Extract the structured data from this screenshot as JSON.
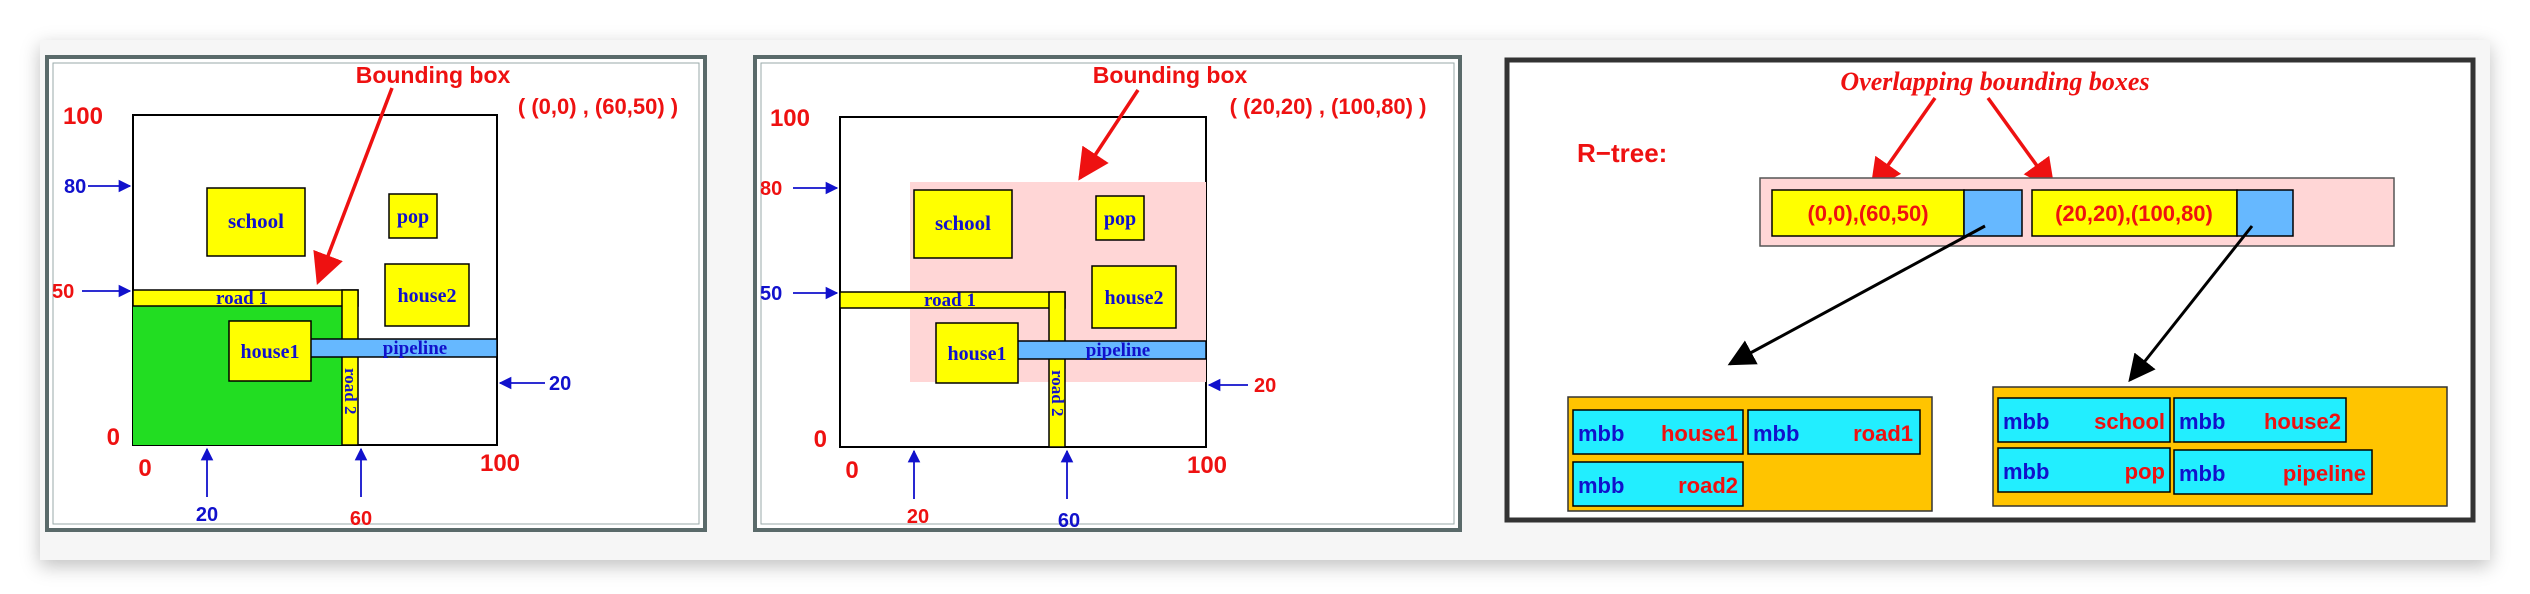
{
  "panel1": {
    "callout": "Bounding box",
    "coords": "( (0,0) , (60,50) )",
    "axis": {
      "y_top": "100",
      "y_bottom": "0",
      "x_left": "0",
      "x_right": "100"
    },
    "markers": {
      "y80": "80",
      "y50": "50",
      "y20": "20",
      "x20": "20",
      "x60": "60"
    },
    "objects": {
      "school": "school",
      "pop": "pop",
      "house2": "house2",
      "house1": "house1",
      "road1": "road 1",
      "road2": "road 2",
      "pipeline": "pipeline"
    }
  },
  "panel2": {
    "callout": "Bounding box",
    "coords": "( (20,20) , (100,80) )",
    "axis": {
      "y_top": "100",
      "y_bottom": "0",
      "x_left": "0",
      "x_right": "100"
    },
    "markers": {
      "y80": "80",
      "y50": "50",
      "y20": "20",
      "x20": "20",
      "x60": "60"
    },
    "objects": {
      "school": "school",
      "pop": "pop",
      "house2": "house2",
      "house1": "house1",
      "road1": "road 1",
      "road2": "road 2",
      "pipeline": "pipeline"
    }
  },
  "panel3": {
    "title": "Overlapping bounding boxes",
    "label": "R−tree:",
    "root_entries": [
      "(0,0),(60,50)",
      "(20,20),(100,80)"
    ],
    "left_leaf": [
      {
        "mbb": "mbb",
        "name": "house1"
      },
      {
        "mbb": "mbb",
        "name": "road1"
      },
      {
        "mbb": "mbb",
        "name": "road2"
      }
    ],
    "right_leaf": [
      {
        "mbb": "mbb",
        "name": "school"
      },
      {
        "mbb": "mbb",
        "name": "house2"
      },
      {
        "mbb": "mbb",
        "name": "pop"
      },
      {
        "mbb": "mbb",
        "name": "pipeline"
      }
    ]
  },
  "colors": {
    "red": "#ee1111",
    "blue": "#1111cc",
    "yellow": "#ffff00",
    "green": "#22dd22",
    "pipeline": "#66b8ff",
    "highlight": "#ffd6d6",
    "cyan": "#22eeff",
    "orange": "#ffc400"
  }
}
